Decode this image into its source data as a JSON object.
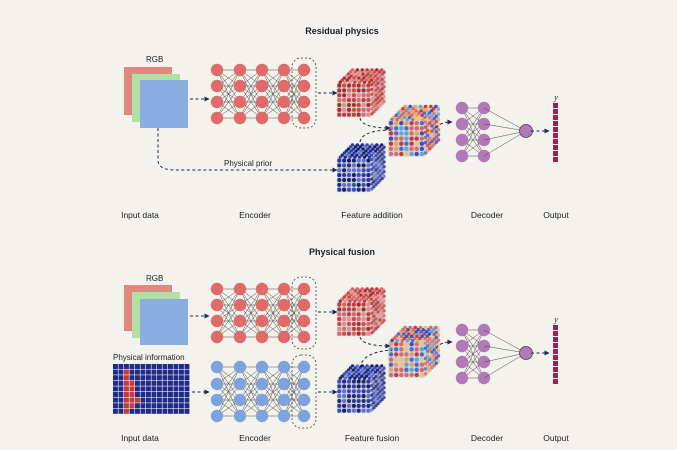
{
  "panels": {
    "top": {
      "title": "Residual physics",
      "rgb_label": "RGB",
      "prior_label": "Physical prior",
      "y_label": "y",
      "stages": [
        "Input data",
        "Encoder",
        "Feature addition",
        "Decoder",
        "Output"
      ]
    },
    "bottom": {
      "title": "Physical fusion",
      "rgb_label": "RGB",
      "info_label": "Physical information",
      "y_label": "y",
      "stages": [
        "Input data",
        "Encoder",
        "Feature fusion",
        "Decoder",
        "Output"
      ]
    }
  },
  "colors": {
    "background": "#f3f2ec",
    "encoder_red": "#e06a6a",
    "encoder_blue": "#7ea2dc",
    "decoder_purple": "#b07ab8",
    "output_magenta": "#9c2058",
    "grid_navy": "#1f2a8a",
    "grid_red": "#c8393f",
    "rgb_red": "#e08880",
    "rgb_green": "#b2e0a4",
    "rgb_blue": "#8aaee0"
  }
}
